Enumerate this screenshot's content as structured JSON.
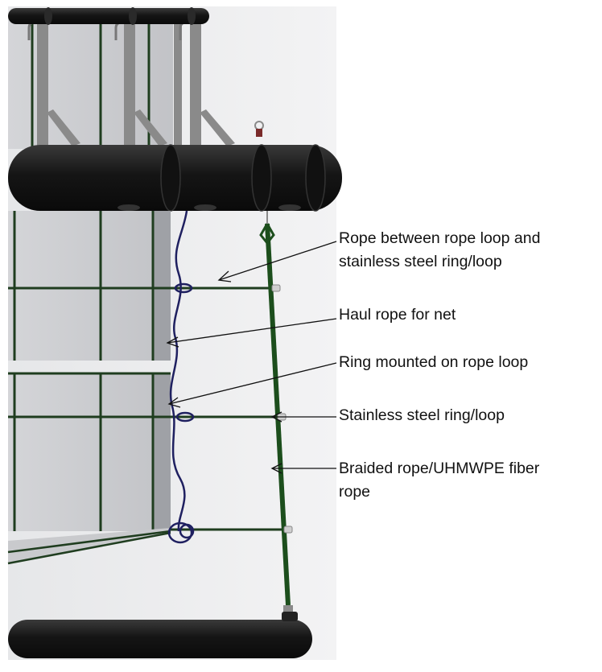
{
  "annotations": [
    {
      "id": "rope-between",
      "lines": [
        "Rope between rope loop and",
        "stainless steel ring/loop"
      ]
    },
    {
      "id": "haul-rope",
      "lines": [
        "Haul rope for net"
      ]
    },
    {
      "id": "ring-mounted",
      "lines": [
        "Ring mounted on rope loop"
      ]
    },
    {
      "id": "steel-ring",
      "lines": [
        "Stainless steel ring/loop"
      ]
    },
    {
      "id": "braided-rope",
      "lines": [
        "Braided rope/UHMWPE fiber",
        "rope"
      ]
    }
  ],
  "colors": {
    "panel": "#cbcccf",
    "panel_dark": "#a9abaf",
    "frame": "#1f3d1f",
    "pipe": "#1b1b1b",
    "bracket": "#8f8f8f",
    "haul_rope": "#1f2060",
    "braided_rope": "#1c4e1c",
    "steel": "#c9c9c9"
  }
}
